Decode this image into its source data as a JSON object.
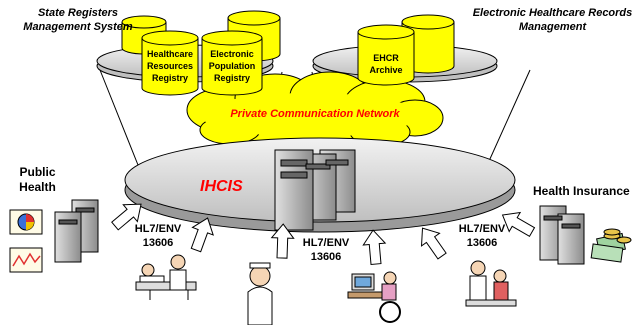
{
  "labels": {
    "state_registers": "State Registers Management System",
    "ehr_management": "Electronic Healthcare Records Management",
    "private_network": "Private Communication Network",
    "ihcis": "IHCIS",
    "public_health": "Public Health",
    "health_insurance": "Health Insurance",
    "hl7_env": "HL7/ENV",
    "en_number": "13606"
  },
  "databases": {
    "healthcare_resources": [
      "Healthcare",
      "Resources",
      "Registry"
    ],
    "electronic_population": [
      "Electronic",
      "Population",
      "Registry"
    ],
    "ehcr_archive": [
      "EHCR",
      "Archive"
    ]
  },
  "colors": {
    "platter": "#d9d9d9",
    "cloud": "#ffff00",
    "database": "#ffff00",
    "network_text": "#ff0000",
    "ihcis_text": "#ff0000",
    "server": "#c0c0c0"
  }
}
